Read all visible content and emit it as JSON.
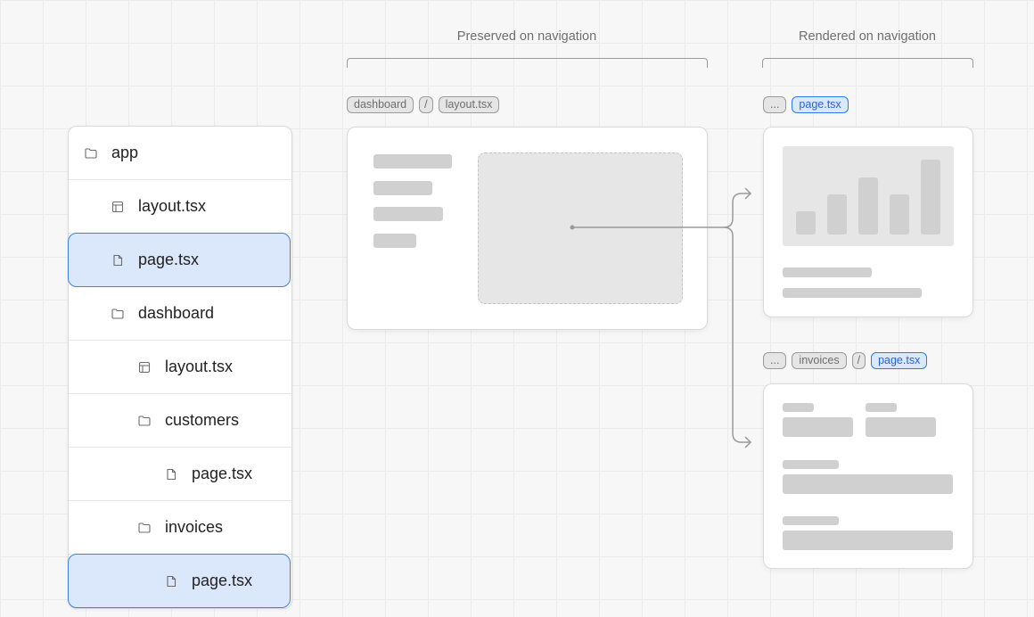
{
  "captions": {
    "preserved": "Preserved on navigation",
    "rendered": "Rendered on navigation"
  },
  "layout_crumbs": [
    "dashboard",
    "/",
    "layout.tsx"
  ],
  "page_crumbs": [
    "...",
    "page.tsx"
  ],
  "invoices_crumbs": [
    "...",
    "invoices",
    "/",
    "page.tsx"
  ],
  "tree": [
    {
      "label": "app",
      "icon": "folder-icon",
      "indent": 0,
      "highlighted": false
    },
    {
      "label": "layout.tsx",
      "icon": "layout-file-icon",
      "indent": 1,
      "highlighted": false
    },
    {
      "label": "page.tsx",
      "icon": "page-file-icon",
      "indent": 1,
      "highlighted": true
    },
    {
      "label": "dashboard",
      "icon": "folder-icon",
      "indent": 1,
      "highlighted": false
    },
    {
      "label": "layout.tsx",
      "icon": "layout-file-icon",
      "indent": 2,
      "highlighted": false
    },
    {
      "label": "customers",
      "icon": "folder-icon",
      "indent": 2,
      "highlighted": false
    },
    {
      "label": "page.tsx",
      "icon": "page-file-icon",
      "indent": 3,
      "highlighted": false
    },
    {
      "label": "invoices",
      "icon": "folder-icon",
      "indent": 2,
      "highlighted": false
    },
    {
      "label": "page.tsx",
      "icon": "page-file-icon",
      "indent": 3,
      "highlighted": true
    }
  ],
  "colors": {
    "accent": "#3b82e6",
    "highlight_bg": "#dbe7fb",
    "placeholder": "#d0d0d0"
  }
}
